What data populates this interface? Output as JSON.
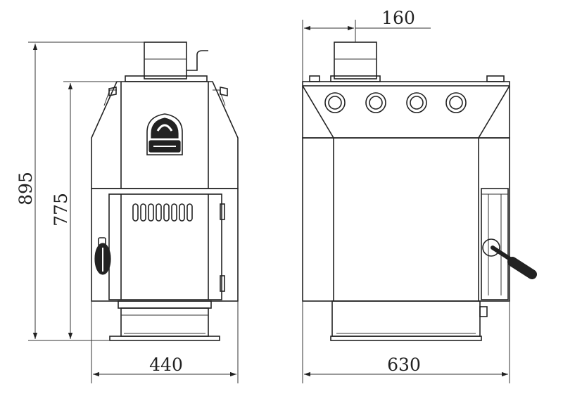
{
  "dimensions": {
    "total_height": "895",
    "body_height": "775",
    "front_width": "440",
    "side_width": "630",
    "flue_offset": "160"
  },
  "colors": {
    "line": "#222222",
    "background": "#ffffff"
  }
}
